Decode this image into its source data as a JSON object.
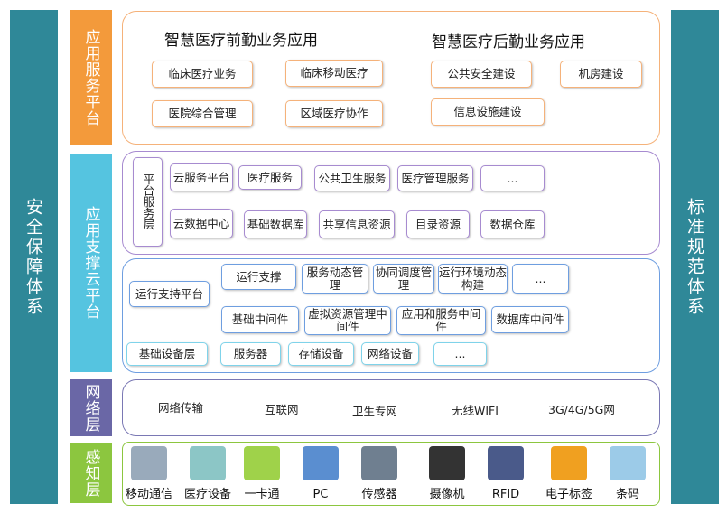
{
  "left_bar": "安全保障体系",
  "right_bar": "标准规范体系",
  "layers": {
    "app": "应用服务平台",
    "support": "应用支撑云平台",
    "network": "网络层",
    "perception": "感知层"
  },
  "app": {
    "front_title": "智慧医疗前勤业务应用",
    "back_title": "智慧医疗后勤业务应用",
    "front_items": [
      "临床医疗业务",
      "临床移动医疗",
      "医院综合管理",
      "区域医疗协作"
    ],
    "back_items": [
      "公共安全建设",
      "机房建设",
      "信息设施建设"
    ]
  },
  "platform_service": {
    "label": "平台服务层",
    "row1": [
      "云服务平台",
      "医疗服务",
      "公共卫生服务",
      "医疗管理服务",
      "..."
    ],
    "row2": [
      "云数据中心",
      "基础数据库",
      "共享信息资源",
      "目录资源",
      "数据仓库"
    ]
  },
  "runtime": {
    "label": "运行支持平台",
    "row1": [
      "运行支撑",
      "服务动态管理",
      "协同调度管理",
      "运行环境动态构建",
      "..."
    ],
    "row2": [
      "基础中间件",
      "虚拟资源管理中间件",
      "应用和服务中间件",
      "数据库中间件"
    ]
  },
  "infra": {
    "label": "基础设备层",
    "items": [
      "服务器",
      "存储设备",
      "网络设备",
      "..."
    ]
  },
  "network_items": [
    "网络传输",
    "互联网",
    "卫生专网",
    "无线WIFI",
    "3G/4G/5G网"
  ],
  "devices": [
    {
      "label": "移动通信",
      "icon": "mobile-phone-icon",
      "color": "#9ab"
    },
    {
      "label": "医疗设备",
      "icon": "medical-equipment-icon",
      "color": "#8cc6c6"
    },
    {
      "label": "一卡通",
      "icon": "card-icon",
      "color": "#9fd24a"
    },
    {
      "label": "PC",
      "icon": "pc-icon",
      "color": "#5a8ed0"
    },
    {
      "label": "传感器",
      "icon": "sensor-icon",
      "color": "#6f7f90"
    },
    {
      "label": "摄像机",
      "icon": "camera-icon",
      "color": "#333"
    },
    {
      "label": "RFID",
      "icon": "rfid-reader-icon",
      "color": "#4a5a8a"
    },
    {
      "label": "电子标签",
      "icon": "electronic-tag-icon",
      "color": "#f0a020"
    },
    {
      "label": "条码",
      "icon": "barcode-icon",
      "color": "#9ccbe8"
    }
  ]
}
